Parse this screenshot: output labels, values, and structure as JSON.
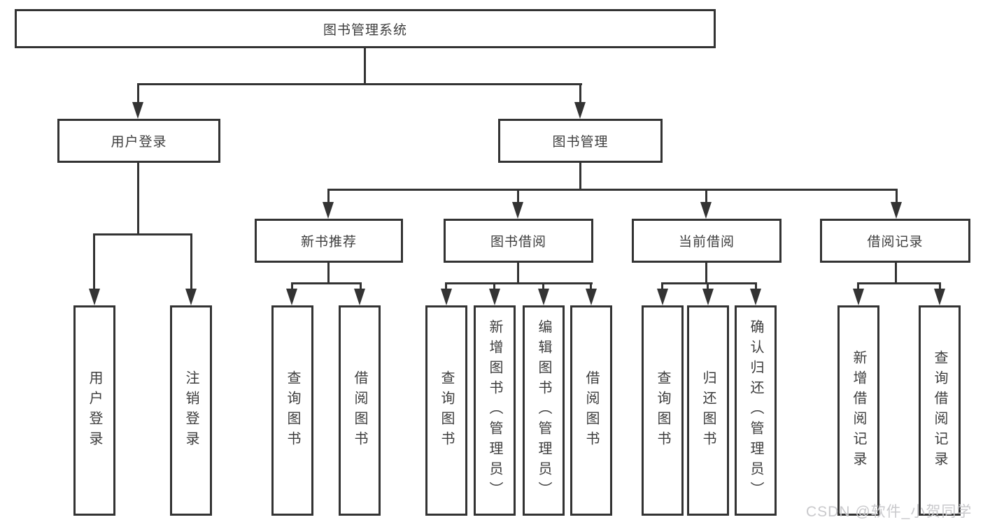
{
  "diagram": {
    "root": "图书管理系统",
    "level2": {
      "user_login": "用户登录",
      "book_management": "图书管理"
    },
    "level3": {
      "new_book_recommend": "新书推荐",
      "book_borrowing": "图书借阅",
      "current_borrowing": "当前借阅",
      "borrowing_records": "借阅记录"
    },
    "leaves": {
      "user_login": "用户登录",
      "logout": "注销登录",
      "rec_query_books": "查询图书",
      "rec_borrow_books": "借阅图书",
      "bb_query_books": "查询图书",
      "bb_add_books": "新增图书（管理员）",
      "bb_edit_books": "编辑图书（管理员）",
      "bb_borrow_books": "借阅图书",
      "cb_query_books": "查询图书",
      "cb_return_books": "归还图书",
      "cb_confirm_return": "确认归还（管理员）",
      "br_add_record": "新增借阅记录",
      "br_query_record": "查询借阅记录"
    },
    "watermark": "CSDN @软件_小贺同学"
  },
  "colors": {
    "line": "#333333",
    "text": "#3d3d3d",
    "watermark": "#c9c9cc",
    "background": "#ffffff"
  }
}
